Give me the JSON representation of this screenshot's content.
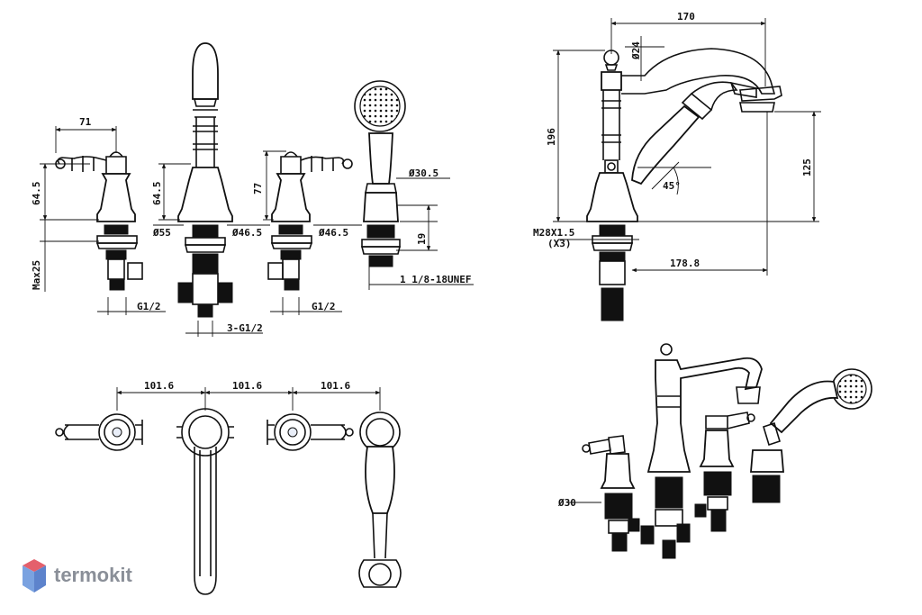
{
  "brand": {
    "name": "termokit",
    "colors": {
      "top": "#e4606c",
      "left": "#7aa2e0",
      "right": "#5d83cc"
    }
  },
  "front_view": {
    "dim_71": "71",
    "dim_64_5_left": "64.5",
    "dim_max25": "Max25",
    "dim_64_5_spout": "64.5",
    "dim_d55": "Ø55",
    "dim_d46_5_a": "Ø46.5",
    "dim_77": "77",
    "dim_d46_5_b": "Ø46.5",
    "dim_d30_5": "Ø30.5",
    "dim_19": "19",
    "thread_left": "G1/2",
    "thread_mid": "3-G1/2",
    "thread_right": "G1/2",
    "thread_shower": "1 1/8-18UNEF"
  },
  "side_view": {
    "dim_170": "170",
    "dim_d24": "Ø24",
    "dim_196": "196",
    "dim_125": "125",
    "angle": "45°",
    "thread_label": "M28X1.5",
    "thread_qty": "(X3)",
    "dim_178_8": "178.8"
  },
  "top_view": {
    "spacing_1": "101.6",
    "spacing_2": "101.6",
    "spacing_3": "101.6"
  },
  "iso_view": {
    "dim_d30": "Ø30"
  }
}
